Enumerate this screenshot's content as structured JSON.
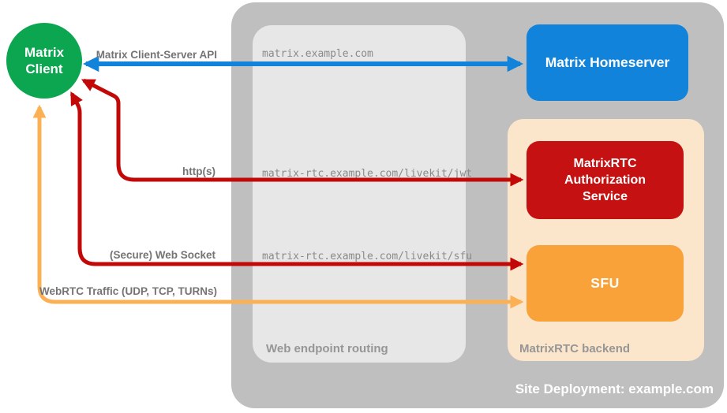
{
  "colors": {
    "green": "#0ba64f",
    "blue": "#1283db",
    "red": "#c51111",
    "arrow_red": "#c30808",
    "orange": "#f9a23a",
    "arrow_orange": "#fbb054",
    "peach": "#fce6cb",
    "container_gray": "#bfbfbf",
    "routing_gray": "#e7e7e7",
    "label_gray": "#747474",
    "mono_gray": "#8a8a8a",
    "box_label_gray": "#969696"
  },
  "nodes": {
    "client": {
      "label": "Matrix Client"
    },
    "homeserver": {
      "label": "Matrix Homeserver"
    },
    "auth_service": {
      "label": "MatrixRTC Authorization Service"
    },
    "sfu": {
      "label": "SFU"
    }
  },
  "groups": {
    "site": {
      "label": "Site Deployment: example.com"
    },
    "routing": {
      "label": "Web endpoint routing"
    },
    "backend": {
      "label": "MatrixRTC backend"
    }
  },
  "endpoints": [
    "matrix.example.com",
    "matrix-rtc.example.com/livekit/jwt",
    "matrix-rtc.example.com/livekit/sfu"
  ],
  "connections": [
    {
      "label": "Matrix Client-Server API",
      "color": "blue",
      "from": "client",
      "to": "homeserver"
    },
    {
      "label": "http(s)",
      "color": "red",
      "from": "client",
      "to": "auth_service"
    },
    {
      "label": "(Secure) Web Socket",
      "color": "red",
      "from": "client",
      "to": "sfu"
    },
    {
      "label": "WebRTC Traffic (UDP, TCP, TURNs)",
      "color": "orange",
      "from": "client",
      "to": "sfu"
    }
  ]
}
